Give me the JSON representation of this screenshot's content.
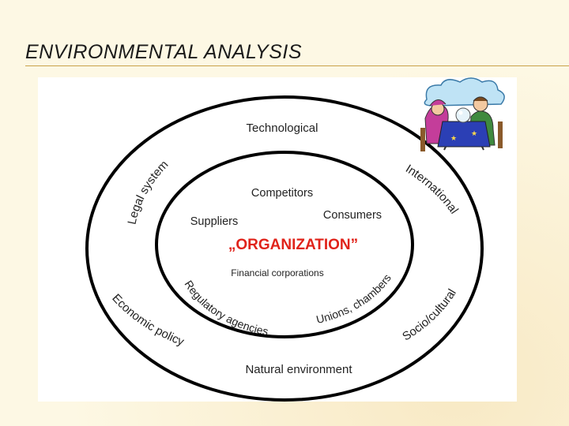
{
  "slide": {
    "title": "ENVIRONMENTAL ANALYSIS"
  },
  "diagram": {
    "outer_ring": {
      "labels": {
        "top": "Technological",
        "upper_left": "Legal system",
        "upper_right": "International",
        "lower_left": "Economic policy",
        "lower_right": "Socio/cultural",
        "bottom": "Natural environment"
      }
    },
    "inner_ring": {
      "labels": {
        "competitors": "Competitors",
        "suppliers": "Suppliers",
        "consumers": "Consumers",
        "financial": "Financial corporations",
        "regulatory": "Regulatory agencies.",
        "unions": "Unions, chambers"
      }
    },
    "center": {
      "label": "„ORGANIZATION”",
      "color": "#e0231a"
    },
    "illustration": {
      "icon": "fortune-teller-crystal-ball-icon"
    }
  }
}
